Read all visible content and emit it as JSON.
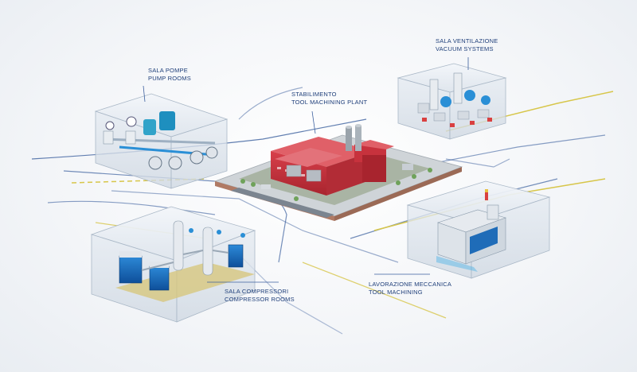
{
  "areas": {
    "pump_rooms": {
      "label_it": "SALA POMPE",
      "label_en": "PUMP ROOMS"
    },
    "plant": {
      "label_it": "STABILIMENTO",
      "label_en": "TOOL MACHINING PLANT"
    },
    "ventilation": {
      "label_it": "SALA VENTILAZIONE",
      "label_en": "VACUUM SYSTEMS"
    },
    "compressors": {
      "label_it": "SALA COMPRESSORI",
      "label_en": "COMPRESSOR ROOMS"
    },
    "machining": {
      "label_it": "LAVORAZIONE MECCANICA",
      "label_en": "TOOL MACHINING"
    }
  },
  "colors": {
    "label_text": "#1f3f7a",
    "flow_line_blue": "#3b5f9e",
    "flow_line_yellow": "#d7c64a",
    "building_red": "#c8343f",
    "glass_box": "#dfe6ee"
  }
}
